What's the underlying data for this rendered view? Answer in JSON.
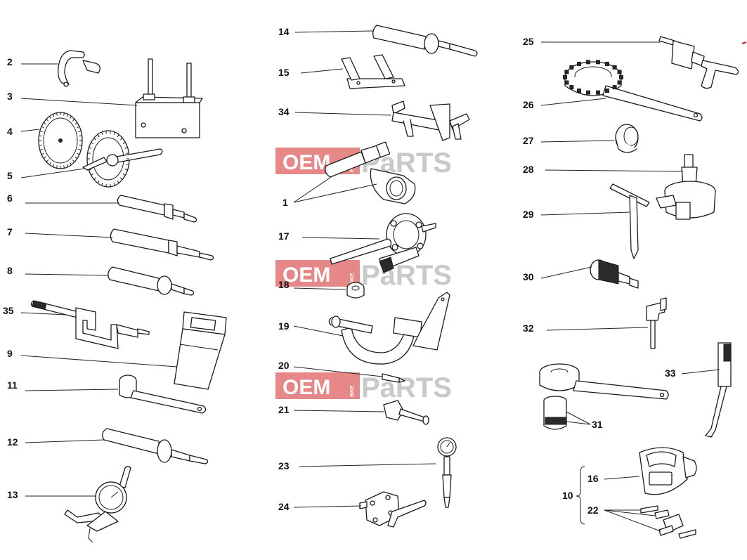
{
  "watermark": {
    "brand": "OEM",
    "middle": "BIKE",
    "suffix": "PaRTS"
  },
  "labels": {
    "l1": "1",
    "l2": "2",
    "l3": "3",
    "l4": "4",
    "l5": "5",
    "l6": "6",
    "l7": "7",
    "l8": "8",
    "l9": "9",
    "l10": "10",
    "l11": "11",
    "l12": "12",
    "l13": "13",
    "l14": "14",
    "l15": "15",
    "l16": "16",
    "l17": "17",
    "l18": "18",
    "l19": "19",
    "l20": "20",
    "l21": "21",
    "l22": "22",
    "l23": "23",
    "l24": "24",
    "l25": "25",
    "l26": "26",
    "l27": "27",
    "l28": "28",
    "l29": "29",
    "l30": "30",
    "l31": "31",
    "l32": "32",
    "l33": "33",
    "l34": "34",
    "l35": "35"
  }
}
